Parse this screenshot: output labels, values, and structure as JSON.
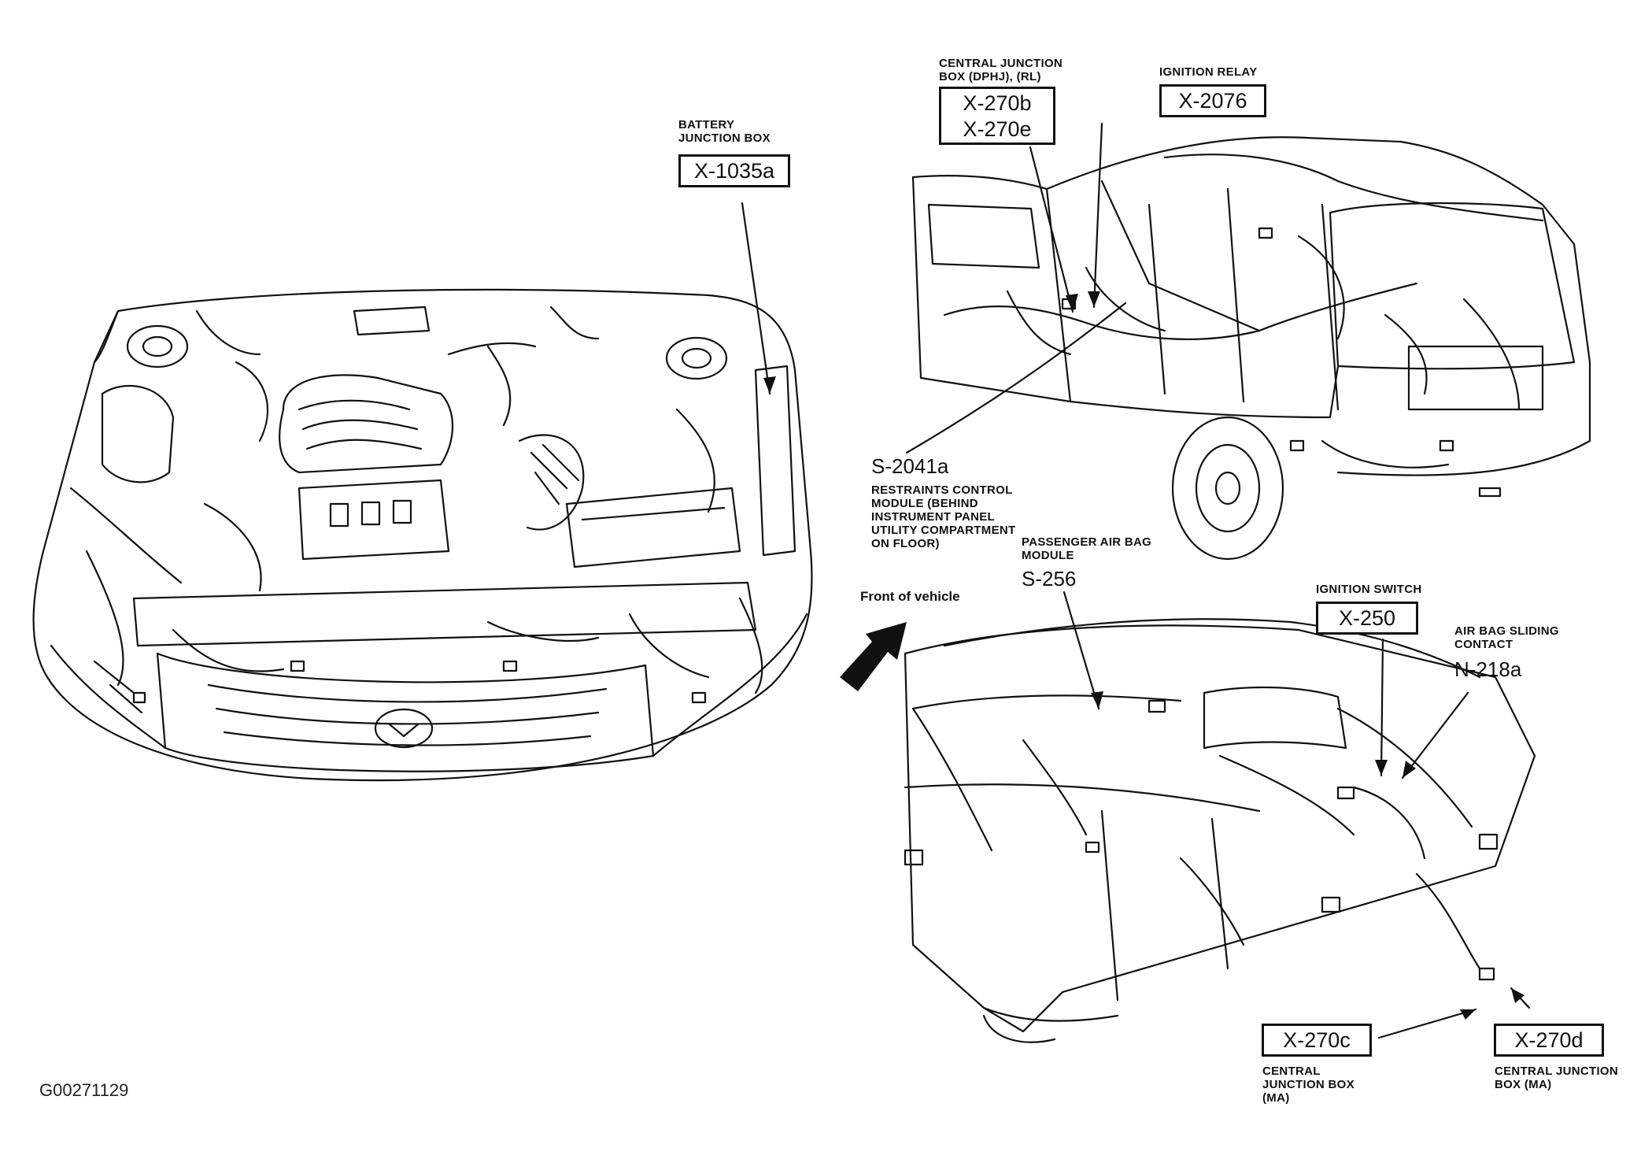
{
  "figure_id": "G00271129",
  "labels": {
    "battery_jb": {
      "title": "BATTERY JUNCTION BOX",
      "code": "X-1035a"
    },
    "central_jb_dphj": {
      "title": "CENTRAL JUNCTION BOX (DPHJ), (RL)",
      "code1": "X-270b",
      "code2": "X-270e"
    },
    "ignition_relay": {
      "title": "IGNITION RELAY",
      "code": "X-2076"
    },
    "restraints": {
      "code": "S-2041a",
      "title": "RESTRAINTS CONTROL MODULE (BEHIND INSTRUMENT PANEL UTILITY COMPARTMENT ON FLOOR)"
    },
    "passenger_airbag": {
      "title": "PASSENGER AIR BAG MODULE",
      "code": "S-256"
    },
    "front_of_vehicle": "Front of vehicle",
    "ignition_switch": {
      "title": "IGNITION SWITCH",
      "code": "X-250"
    },
    "airbag_sliding": {
      "title": "AIR BAG SLIDING CONTACT",
      "code": "N-218a"
    },
    "central_jb_ma_c": {
      "code": "X-270c",
      "title": "CENTRAL JUNCTION BOX (MA)"
    },
    "central_jb_ma_d": {
      "code": "X-270d",
      "title": "CENTRAL JUNCTION BOX (MA)"
    }
  }
}
